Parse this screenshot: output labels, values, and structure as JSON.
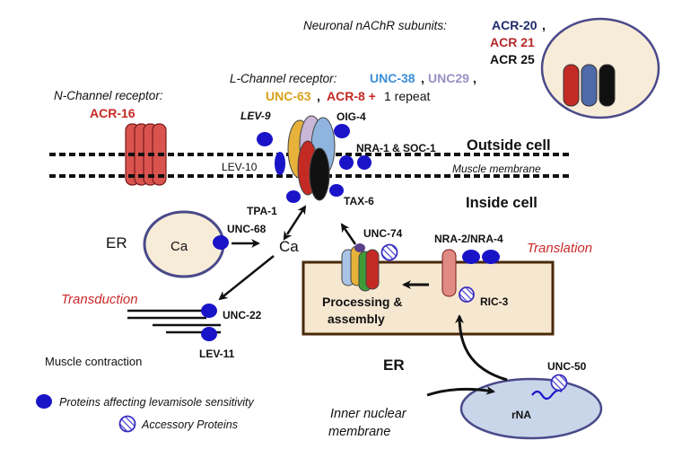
{
  "labels": {
    "neuronal_title": "Neuronal nAChR subunits:",
    "acr20": "ACR-20",
    "comma1": ",",
    "acr21": "ACR 21",
    "acr25": "ACR 25",
    "lchannel_title": "L-Channel  receptor:",
    "unc38": "UNC-38",
    "comma2": ", ",
    "unc29": "UNC29",
    "comma3": ",",
    "unc63": "UNC-63",
    "comma4": ", ",
    "acr8": "ACR-8 +",
    "one_repeat": " 1 repeat",
    "nchannel_title": "N-Channel  receptor:",
    "acr16": "ACR-16",
    "lev9": "LEV-9",
    "oig4": "OIG-4",
    "nra1_soc1": "NRA-1 & SOC-1",
    "outside_cell": "Outside cell",
    "lev10": "LEV-10",
    "muscle_membrane": "Muscle membrane",
    "tpa1": "TPA-1",
    "tax6": "TAX-6",
    "inside_cell": "Inside cell",
    "er_left": "ER",
    "ca_in_er": "Ca",
    "unc68": "UNC-68",
    "ca": "Ca",
    "unc74": "UNC-74",
    "nra2_nra4": "NRA-2/NRA-4",
    "translation": "Translation",
    "transduction": "Transduction",
    "processing_line1": "Processing &",
    "processing_line2": "assembly",
    "ric3": "RIC-3",
    "unc22": "UNC-22",
    "lev11": "LEV-11",
    "muscle_contraction": "Muscle contraction",
    "er_bottom": "ER",
    "unc50": "UNC-50",
    "legend_proteins": "Proteins affecting levamisole sensitivity",
    "legend_accessory": "Accessory Proteins",
    "inner_nuclear_line1": "Inner nuclear",
    "inner_nuclear_line2": "membrane",
    "rna": "rNA"
  },
  "colors": {
    "navy": "#1f2a6b",
    "red_label": "#b22b2b",
    "blue_label": "#3a8fd8",
    "lavender_label": "#9b8fc4",
    "gold_label": "#d8a21a",
    "dot_blue": "#1a14c8",
    "er_box": "#f6e7d0",
    "er_border": "#4a2a0a",
    "nucleus_fill": "#c9d6ea",
    "transduction_red": "#cc2a2a"
  }
}
